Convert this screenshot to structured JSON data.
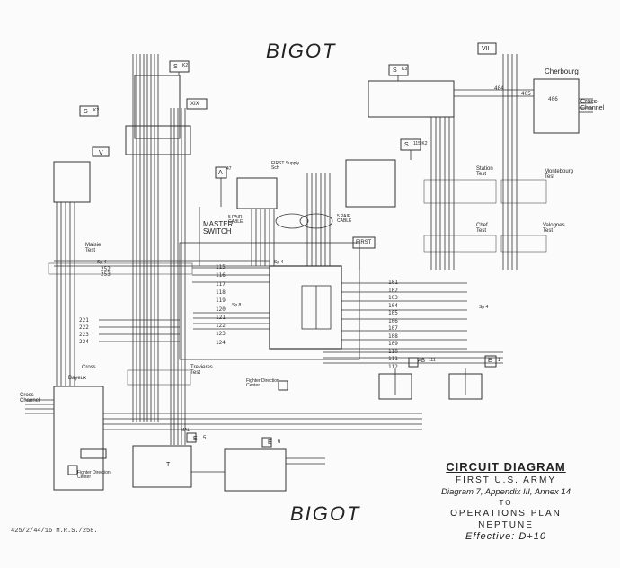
{
  "header": {
    "classification_top": "BIGOT",
    "classification_bottom": "BIGOT"
  },
  "title_block": {
    "title": "CIRCUIT DIAGRAM",
    "army": "FIRST U.S. ARMY",
    "diagram_ref": "Diagram 7, Appendix III, Annex 14",
    "to": "TO",
    "plan": "OPERATIONS PLAN",
    "operation": "NEPTUNE",
    "effective": "Effective: D+10"
  },
  "footer": {
    "reference": "425/2/44/16 M.R.S./258."
  },
  "stations": {
    "s_left": "S",
    "s_left_tag": "K2",
    "s_upper": "S",
    "s_upper_tag": "K2",
    "s_right": "S",
    "s_right_tag": "K3",
    "s_mid": "S",
    "s_mid_tag": "115 K2",
    "v_box": "V",
    "xix_box": "XIX",
    "vii_box": "VII",
    "a_box": "A",
    "a_tag": "47",
    "cherbourg": "Cherbourg",
    "cross_channel_right": "Cross- Channel",
    "cross_channel_left": "Cross- Channel",
    "first_supply": "FIRST Supply Sch",
    "first_box": "FIRST",
    "master_switch": "MASTER SWITCH",
    "station_test": "Station Test",
    "montebourg_test": "Montebourg Test",
    "chef_test": "Chef Test",
    "valognes_test": "Valognes Test",
    "maisie_test": "Maisie Test",
    "trevieres_test": "Trevieres Test",
    "fighter_direction_center": "Fighter Direction Center",
    "fighter_direction_center_2": "Fighter Direction Center",
    "bayeux": "Bayeux",
    "cross_label": "Cross",
    "pair_cable_left": "5 PAIR CABLE",
    "pair_cable_right": "5 PAIR CABLE",
    "e5": "E",
    "e5_tag": "5",
    "e6": "E",
    "e6_tag": "6",
    "e1": "E",
    "e1_tag": "1",
    "ab_box": "AB",
    "ab_tag": "111",
    "mal": "MAL",
    "t_box": "T",
    "sp4": "Sp 4",
    "sp8": "Sp 8"
  },
  "wire_numbers": {
    "right_trunks": [
      "101",
      "102",
      "103",
      "104",
      "105",
      "106",
      "107",
      "108",
      "109",
      "110",
      "111",
      "112"
    ],
    "left_trunks": [
      "115",
      "116",
      "117",
      "118",
      "119",
      "120",
      "121",
      "122",
      "123",
      "124"
    ],
    "left_group": [
      "221",
      "222",
      "223",
      "224"
    ],
    "maisie": [
      "252",
      "253"
    ],
    "cherbourg": [
      "404",
      "405",
      "406"
    ]
  }
}
